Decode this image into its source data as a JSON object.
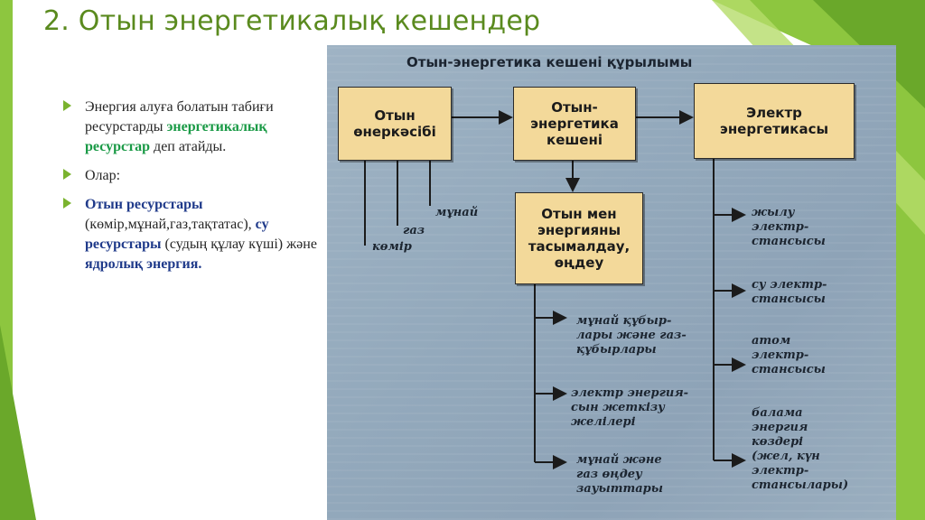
{
  "slide": {
    "title": "2. Отын энергетикалық кешендер"
  },
  "bullets": {
    "b1": {
      "pre": "Энергия алуға болатын табиғи ресурстарды ",
      "bold": "энергетикалық ресурстар",
      "post": " деп атайды."
    },
    "b2": {
      "text": "Олар:"
    },
    "b3": {
      "bold1": "Отын ресурстары",
      "t1": " (көмір,мұнай,газ,тақтатас), ",
      "bold2": "су ресурстары",
      "t2": " (судың құлау күші) және ",
      "bold3": "ядролық энергия."
    }
  },
  "diagram": {
    "title": "Отын-энергетика кешені құрылымы",
    "boxes": {
      "fuel_industry": "Отын\nөнеркәсібі",
      "fuel_energy_complex": "Отын-\nэнергетика\nкешені",
      "electric_power": "Электр\nэнергетикасы",
      "transport": "Отын мен\nэнергияны\nтасымалдау,\nөңдеу"
    },
    "fuel_branches": [
      "мұнай",
      "газ",
      "көмір"
    ],
    "transport_branches": [
      "мұнай құбыр-\nлары және газ-\nқұбырлары",
      "электр энергия-\nсын жеткізу\nжелілері",
      "мұнай және\nгаз өңдеу\nзауыттары"
    ],
    "power_branches": [
      "жылу\nэлектр-\nстансысы",
      "су электр-\nстансысы",
      "атом\nэлектр-\nстансысы",
      "балама\nэнергия\nкөздері\n(жел, күн\nэлектр-\nстансылары)"
    ]
  },
  "colors": {
    "title": "#5a8a1e",
    "accent_green": "#7ab32e",
    "box_fill": "#f3d99a"
  }
}
